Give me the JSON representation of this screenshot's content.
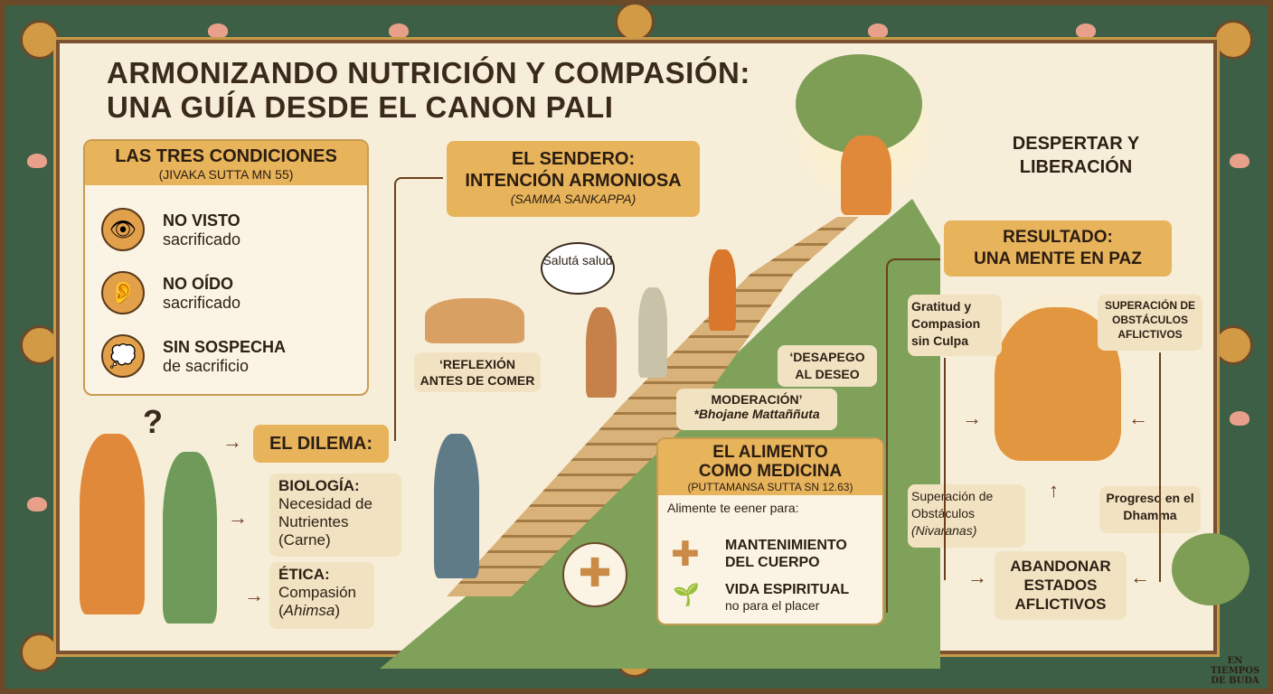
{
  "title": {
    "line1": "ARMONIZANDO NUTRICIÓN Y COMPASIÓN:",
    "line2": "UNA GUÍA DESDE EL CANON PALI"
  },
  "conditions": {
    "title": "LAS TRES CONDICIONES",
    "subtitle": "(JIVAKA SUTTA MN 55)",
    "items": [
      {
        "icon": "eye-icon",
        "bold": "NO VISTO",
        "text": "sacrificado"
      },
      {
        "icon": "ear-icon",
        "bold": "NO OÍDO",
        "text": "sacrificado"
      },
      {
        "icon": "thought-bubble-icon",
        "bold": "SIN SOSPECHA",
        "text": "de sacrificio"
      }
    ]
  },
  "dilemma": {
    "question": "?",
    "label": "EL DILEMA:",
    "biology": {
      "title": "BIOLOGÍA:",
      "text": "Necesidad de Nutrientes (Carne)"
    },
    "ethics": {
      "title": "ÉTICA:",
      "text": "Compasión",
      "italic": "Ahimsa"
    }
  },
  "path": {
    "title": "EL SENDERO: INTENCIÓN ARMONIOSA",
    "subtitle": "(SAMMA SANKAPPA)",
    "speech": "Salutá salud",
    "reflection": "‘REFLEXIÓN ANTES DE COMER",
    "detachment": "‘DESAPEGO AL DESEO",
    "moderation": "MODERACIÓN’",
    "moderation_pali": "*Bhojane Mattaññuta"
  },
  "awakening": "DESPERTAR Y LIBERACIÓN",
  "medicine": {
    "title1": "EL ALIMENTO",
    "title2": "COMO MEDICINA",
    "subtitle": "(PUTTAMANSA SUTTA SN 12.63)",
    "intro": "Alimente te eener para:",
    "item1": "MANTENIMIENTO DEL CUERPO",
    "item2": "VIDA ESPIRITUAL",
    "item2_sub": "no para el placer"
  },
  "result": {
    "title1": "RESULTADO:",
    "title2": "UNA MENTE EN PAZ",
    "gratitude": "Gratitud y Compasion sin Culpa",
    "overcoming_afflictive": "SUPERACIÓN DE OBSTÁCULOS AFLICTIVOS",
    "nivaranas": "Superación de Obstáculos",
    "nivaranas_italic": "(Nivaranas)",
    "progress": "Progreso en el Dhamma",
    "abandon": "ABANDONAR ESTADOS AFLICTIVOS"
  },
  "watermark": "EN TIEMPOS DE BUDA"
}
